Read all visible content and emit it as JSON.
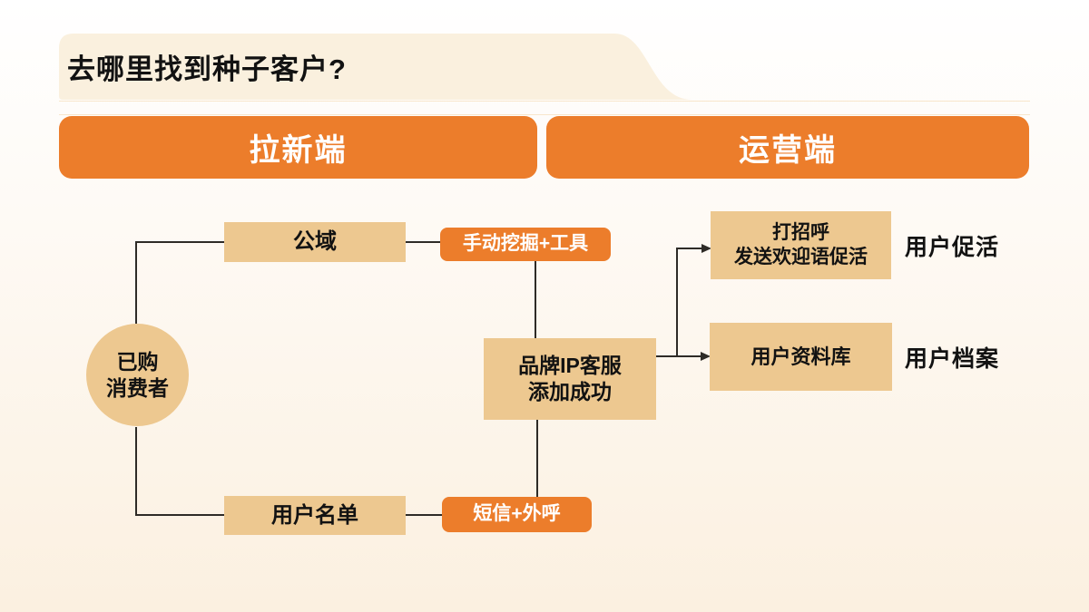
{
  "title": "去哪里找到种子客户?",
  "colors": {
    "orange": "#EC7D2B",
    "tan": "#EDC890",
    "banner_cream": "#FAF0DE",
    "line": "#2E2B27",
    "ink": "#121212",
    "bg_bottom": "#FBF0E0"
  },
  "headers": {
    "left": "拉新端",
    "right": "运营端"
  },
  "diagram": {
    "seed_circle": "已购\n消费者",
    "public_domain": "公域",
    "manual_mining": "手动挖掘+工具",
    "user_list": "用户名单",
    "sms_outbound": "短信+外呼",
    "brand_ip": "品牌IP客服\n添加成功",
    "greeting_box": "打招呼\n发送欢迎语促活",
    "greeting_label": "用户促活",
    "profile_box": "用户资料库",
    "profile_label": "用户档案"
  }
}
